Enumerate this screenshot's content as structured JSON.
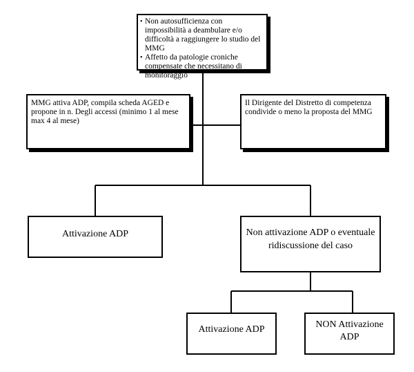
{
  "top": {
    "items": [
      "Non autosufficienza con impossibilità a deambulare e/o difficoltà a raggiungere lo studio del MMG",
      "Affetto da patologie croniche compensate che necessitano di monitoraggio"
    ]
  },
  "mmg": {
    "text": "MMG attiva ADP, compila scheda AGED e propone in n. Degli accessi (minimo 1 al mese max 4 al mese)"
  },
  "dirigente": {
    "text": "Il Dirigente del Distretto di competenza condivide o meno la proposta del MMG"
  },
  "attivazione": {
    "text": "Attivazione ADP"
  },
  "non_attivazione": {
    "text": "Non attivazione ADP o eventuale ridiscussione del caso"
  },
  "sub_attivazione": {
    "text": "Attivazione ADP"
  },
  "sub_non_attivazione": {
    "text": "NON Attivazione ADP"
  }
}
